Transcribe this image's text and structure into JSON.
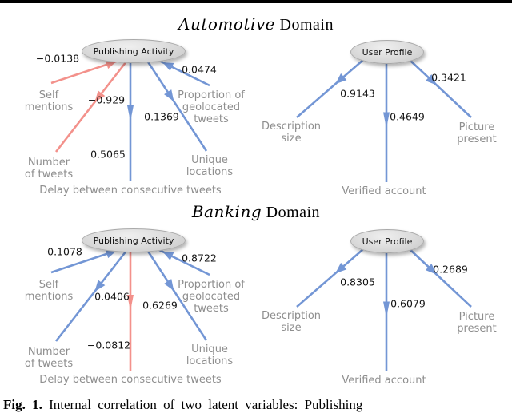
{
  "page": {
    "background": "#ffffff",
    "top_rule_color": "#000000"
  },
  "figure": {
    "caption": {
      "label": "Fig. 1.",
      "text": "Internal correlation of two latent variables: Publishing"
    },
    "colors": {
      "positive_edge": "#7396d5",
      "negative_edge": "#f3918b",
      "node_fill": "#d8d8d8",
      "node_border": "#a9a9a9",
      "leaf_text": "#8e8e8e",
      "coef_text": "#141414",
      "title_text": "#000000"
    },
    "sections": [
      {
        "id": "automotive",
        "title": {
          "italic": "Automotive",
          "rest": " Domain"
        },
        "groups": [
          {
            "id": "publishing-activity",
            "node": "Publishing Activity",
            "edges": [
              {
                "id": "self-mentions",
                "coef": "−0.0138",
                "sign": "negative_edge",
                "leaf_lines": [
                  "Self",
                  "mentions"
                ]
              },
              {
                "id": "number-of-tweets",
                "coef": "−0.929",
                "sign": "negative_edge",
                "leaf_lines": [
                  "Number",
                  "of tweets"
                ]
              },
              {
                "id": "delay",
                "coef": "0.5065",
                "sign": "positive_edge",
                "leaf_lines": [
                  "Delay between consecutive tweets"
                ]
              },
              {
                "id": "unique-locations",
                "coef": "0.1369",
                "sign": "positive_edge",
                "leaf_lines": [
                  "Unique",
                  "locations"
                ]
              },
              {
                "id": "proportion-geolocated",
                "coef": "0.0474",
                "sign": "positive_edge",
                "leaf_lines": [
                  "Proportion of",
                  "geolocated",
                  "tweets"
                ]
              }
            ]
          },
          {
            "id": "user-profile",
            "node": "User Profile",
            "edges": [
              {
                "id": "description-size",
                "coef": "0.9143",
                "sign": "positive_edge",
                "leaf_lines": [
                  "Description",
                  "size"
                ]
              },
              {
                "id": "verified-account",
                "coef": "0.4649",
                "sign": "positive_edge",
                "leaf_lines": [
                  "Verified account"
                ]
              },
              {
                "id": "picture-present",
                "coef": "0.3421",
                "sign": "positive_edge",
                "leaf_lines": [
                  "Picture",
                  "present"
                ]
              }
            ]
          }
        ]
      },
      {
        "id": "banking",
        "title": {
          "italic": "Banking",
          "rest": " Domain"
        },
        "groups": [
          {
            "id": "publishing-activity",
            "node": "Publishing Activity",
            "edges": [
              {
                "id": "self-mentions",
                "coef": "0.1078",
                "sign": "positive_edge",
                "leaf_lines": [
                  "Self",
                  "mentions"
                ]
              },
              {
                "id": "number-of-tweets",
                "coef": "0.0406",
                "sign": "positive_edge",
                "leaf_lines": [
                  "Number",
                  "of tweets"
                ]
              },
              {
                "id": "delay",
                "coef": "−0.0812",
                "sign": "negative_edge",
                "leaf_lines": [
                  "Delay between consecutive tweets"
                ]
              },
              {
                "id": "unique-locations",
                "coef": "0.6269",
                "sign": "positive_edge",
                "leaf_lines": [
                  "Unique",
                  "locations"
                ]
              },
              {
                "id": "proportion-geolocated",
                "coef": "0.8722",
                "sign": "positive_edge",
                "leaf_lines": [
                  "Proportion of",
                  "geolocated",
                  "tweets"
                ]
              }
            ]
          },
          {
            "id": "user-profile",
            "node": "User Profile",
            "edges": [
              {
                "id": "description-size",
                "coef": "0.8305",
                "sign": "positive_edge",
                "leaf_lines": [
                  "Description",
                  "size"
                ]
              },
              {
                "id": "verified-account",
                "coef": "0.6079",
                "sign": "positive_edge",
                "leaf_lines": [
                  "Verified account"
                ]
              },
              {
                "id": "picture-present",
                "coef": "0.2689",
                "sign": "positive_edge",
                "leaf_lines": [
                  "Picture",
                  "present"
                ]
              }
            ]
          }
        ]
      }
    ]
  }
}
